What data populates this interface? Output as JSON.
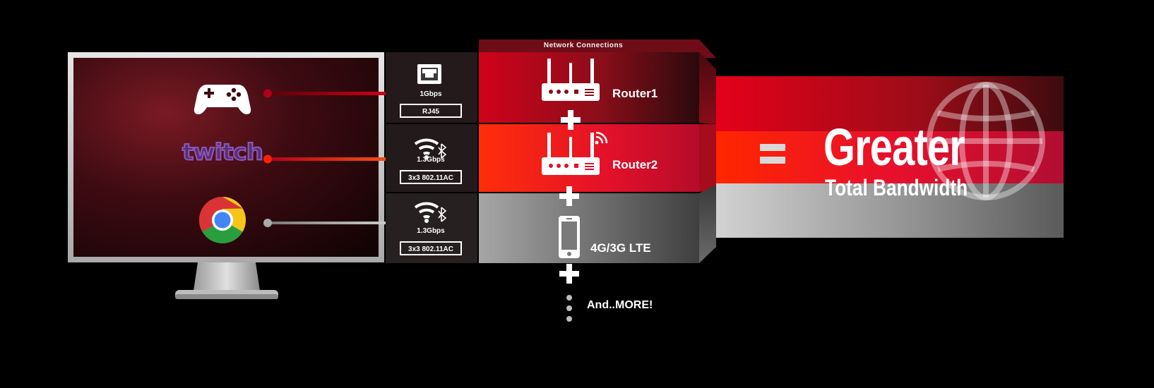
{
  "diagram": {
    "header": "Network Connections",
    "devices": [
      {
        "icon": "gamepad-icon"
      },
      {
        "icon": "twitch-logo",
        "logo_text": "twitch"
      },
      {
        "icon": "chrome-icon"
      }
    ],
    "ports": [
      {
        "icon": "ethernet-port-icon",
        "speed": "1Gbps",
        "type": "RJ45"
      },
      {
        "icon": "wifi-bluetooth-icon",
        "speed": "1.3Gbps",
        "type": "3x3  802.11AC"
      },
      {
        "icon": "wifi-bluetooth-icon",
        "speed": "1.3Gbps",
        "type": "3x3  802.11AC"
      }
    ],
    "connections": [
      {
        "icon": "router-icon",
        "label": "Router1",
        "color": "#c8001a"
      },
      {
        "icon": "wireless-router-icon",
        "label": "Router2",
        "color": "#ff2a00"
      },
      {
        "icon": "smartphone-icon",
        "label": "4G/3G  LTE",
        "color": "#8a8a8a"
      }
    ],
    "more_label": "And..MORE!",
    "equals_symbol": "=",
    "result": {
      "title": "Greater",
      "subtitle": "Total Bandwidth",
      "icon": "globe-icon"
    }
  }
}
